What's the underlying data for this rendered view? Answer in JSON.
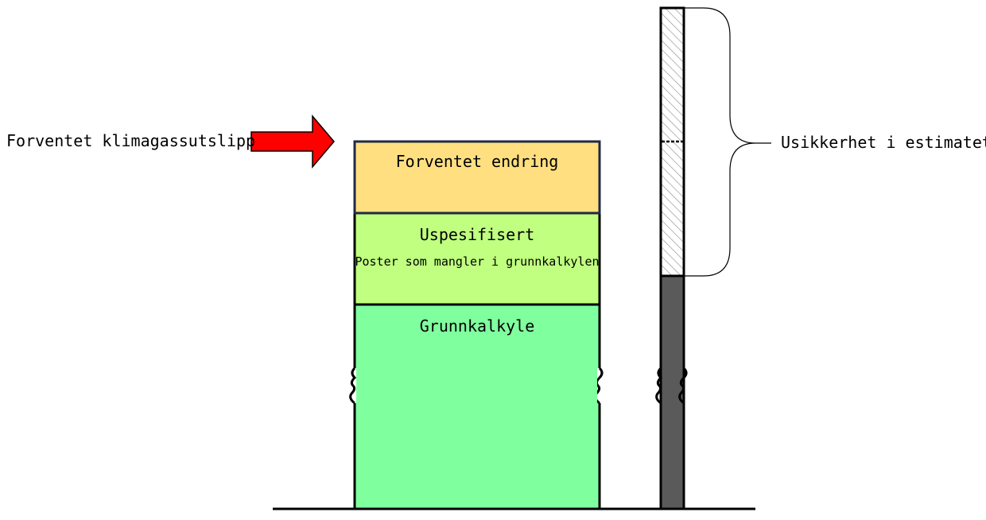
{
  "labels": {
    "expected_emission": "Forventet klimagassutslipp",
    "uncertainty": "Usikkerhet i estimatet"
  },
  "segments": {
    "expected_change": {
      "title": "Forventet endring",
      "color": "#FFDF80"
    },
    "unspecified": {
      "title": "Uspesifisert",
      "subtitle": "Poster som mangler i grunnkalkylen",
      "color": "#C0FF80"
    },
    "base_estimate": {
      "title": "Grunnkalkyle",
      "color": "#80FF9F"
    }
  },
  "colors": {
    "arrow": "#FF0000",
    "uncertainty_bar": "#5A5A5A"
  }
}
